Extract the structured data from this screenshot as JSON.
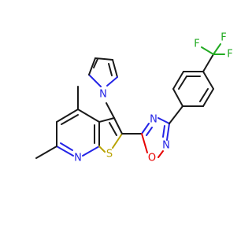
{
  "atoms": [
    {
      "id": "N_pyr",
      "element": "N",
      "color": "#2424e6"
    },
    {
      "id": "N_pyrrole",
      "element": "N",
      "color": "#2424e6"
    },
    {
      "id": "S_thio",
      "element": "S",
      "color": "#b8a200"
    },
    {
      "id": "N_ox4",
      "element": "N",
      "color": "#2424e6"
    },
    {
      "id": "N_ox2",
      "element": "N",
      "color": "#2424e6"
    },
    {
      "id": "O_ox",
      "element": "O",
      "color": "#e60000"
    },
    {
      "id": "F1",
      "element": "F",
      "color": "#22aa22"
    },
    {
      "id": "F2",
      "element": "F",
      "color": "#22aa22"
    },
    {
      "id": "F3",
      "element": "F",
      "color": "#22aa22"
    }
  ]
}
